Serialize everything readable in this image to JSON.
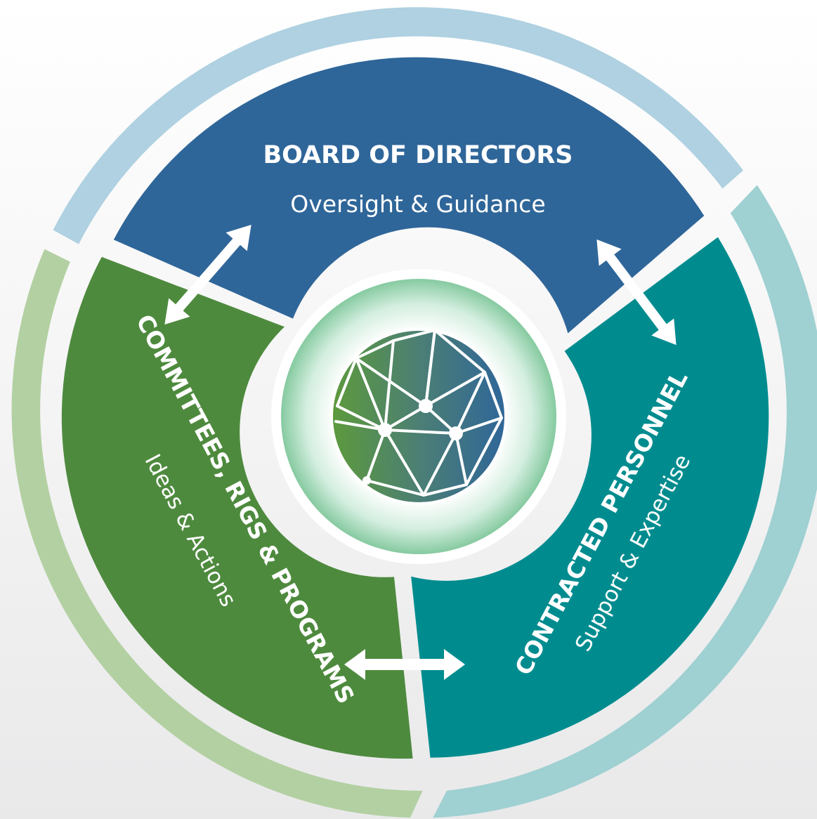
{
  "segments": {
    "board": {
      "title": "BOARD OF DIRECTORS",
      "subtitle": "Oversight & Guidance",
      "color": "#2F6699",
      "outer_color": "#AFD1E1"
    },
    "committees": {
      "title": "COMMITTEES, RIGS & PROGRAMS",
      "subtitle": "Ideas & Actions",
      "color": "#4E8A3E",
      "outer_color": "#B3D0A2"
    },
    "personnel": {
      "title": "CONTRACTED PERSONNEL",
      "subtitle": "Support & Expertise",
      "color": "#008C8F",
      "outer_color": "#9FD0D2"
    }
  },
  "center": {
    "icon": "globe-network-icon",
    "ring_color": "#86CAA0"
  },
  "arrows": [
    {
      "name": "board-committees-arrow",
      "icon": "double-arrow-icon"
    },
    {
      "name": "board-personnel-arrow",
      "icon": "double-arrow-icon"
    },
    {
      "name": "committees-personnel-arrow",
      "icon": "double-arrow-icon"
    }
  ]
}
